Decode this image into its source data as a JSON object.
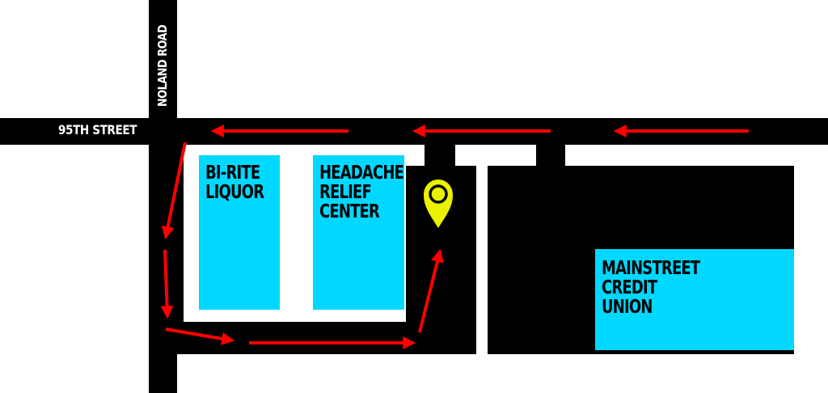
{
  "streets": {
    "horizontal": {
      "name": "95TH STREET"
    },
    "vertical": {
      "name": "NOLAND ROAD"
    }
  },
  "buildings": [
    {
      "id": "bi-rite",
      "lines": [
        "BI-RITE",
        "LIQUOR"
      ]
    },
    {
      "id": "headache",
      "lines": [
        "HEADACHE",
        "RELIEF",
        "CENTER"
      ]
    },
    {
      "id": "mainstreet",
      "lines": [
        "MAINSTREET",
        "CREDIT",
        "UNION"
      ]
    }
  ],
  "colors": {
    "road": "#000000",
    "background": "#ffffff",
    "building": "#00d8ff",
    "arrow": "#ff0000",
    "pin": "#eaf200",
    "label_text": "#ffffff"
  },
  "icons": {
    "arrow": "route-arrow-icon",
    "pin": "location-pin-icon"
  }
}
